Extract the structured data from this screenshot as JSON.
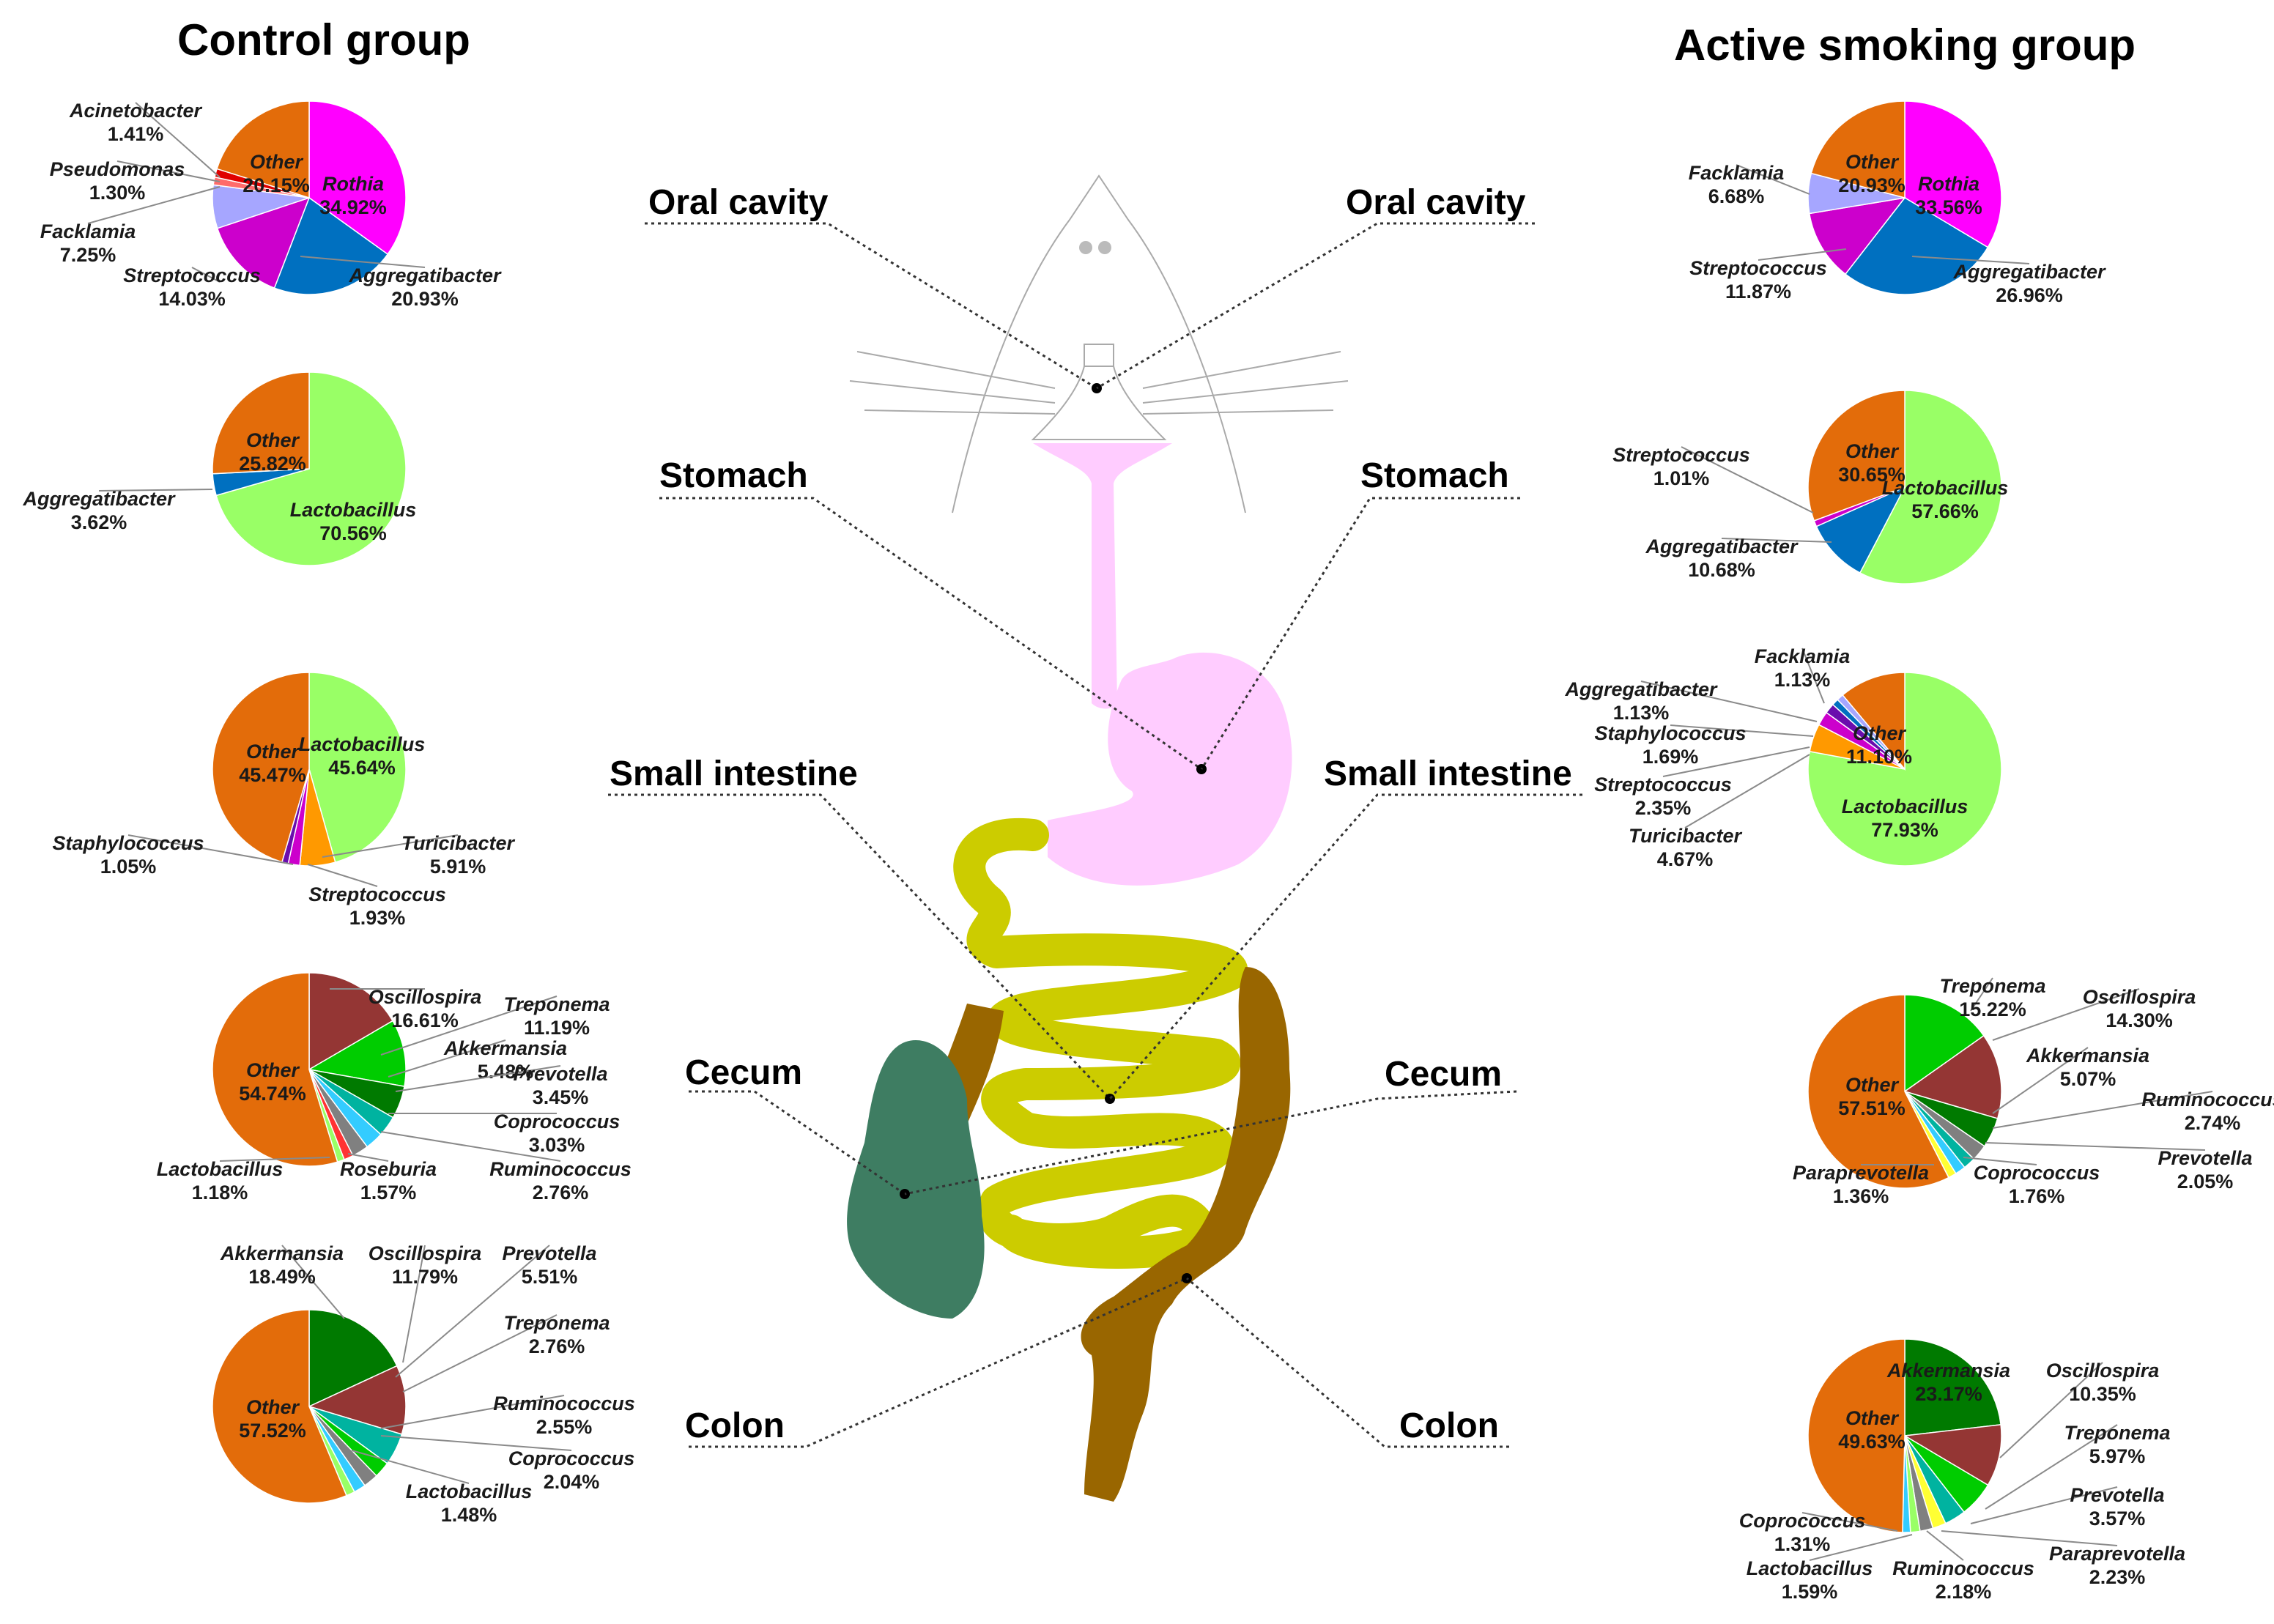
{
  "titles": {
    "left": "Control group",
    "right": "Active smoking group"
  },
  "organs": {
    "left": [
      "Oral cavity",
      "Stomach",
      "Small intestine",
      "Cecum",
      "Colon"
    ],
    "right": [
      "Oral cavity",
      "Stomach",
      "Small intestine",
      "Cecum",
      "Colon"
    ]
  },
  "colors": {
    "Other": "#e36c0a",
    "Rothia": "#ff00ff",
    "Aggregatibacter": "#0070c0",
    "Streptococcus": "#cc00cc",
    "Facklamia": "#a6a6ff",
    "Pseudomonas": "#ff6b6b",
    "Acinetobacter": "#e00000",
    "Lactobacillus": "#99ff66",
    "Turicibacter": "#ff9900",
    "Staphylococcus": "#6a0dad",
    "Oscillospira": "#943634",
    "Treponema": "#00cc00",
    "Akkermansia": "#007a00",
    "Prevotella": "#00b3a0",
    "Coprococcus": "#33ccff",
    "Ruminococcus": "#808080",
    "Roseburia": "#ff3333",
    "Paraprevotella": "#ffff33"
  },
  "chart_data": [
    {
      "type": "pie",
      "group": "Control group",
      "organ": "Oral cavity",
      "slices": [
        {
          "name": "Rothia",
          "value": 34.92,
          "label": "34.92%"
        },
        {
          "name": "Aggregatibacter",
          "value": 20.93,
          "label": "20.93%"
        },
        {
          "name": "Streptococcus",
          "value": 14.03,
          "label": "14.03%"
        },
        {
          "name": "Facklamia",
          "value": 7.25,
          "label": "7.25%"
        },
        {
          "name": "Pseudomonas",
          "value": 1.3,
          "label": "1.30%"
        },
        {
          "name": "Acinetobacter",
          "value": 1.41,
          "label": "1.41%"
        },
        {
          "name": "Other",
          "value": 20.15,
          "label": "20.15%"
        }
      ]
    },
    {
      "type": "pie",
      "group": "Control group",
      "organ": "Stomach",
      "slices": [
        {
          "name": "Lactobacillus",
          "value": 70.56,
          "label": "70.56%"
        },
        {
          "name": "Aggregatibacter",
          "value": 3.62,
          "label": "3.62%"
        },
        {
          "name": "Other",
          "value": 25.82,
          "label": "25.82%"
        }
      ]
    },
    {
      "type": "pie",
      "group": "Control group",
      "organ": "Small intestine",
      "slices": [
        {
          "name": "Lactobacillus",
          "value": 45.64,
          "label": "45.64%"
        },
        {
          "name": "Turicibacter",
          "value": 5.91,
          "label": "5.91%"
        },
        {
          "name": "Streptococcus",
          "value": 1.93,
          "label": "1.93%"
        },
        {
          "name": "Staphylococcus",
          "value": 1.05,
          "label": "1.05%"
        },
        {
          "name": "Other",
          "value": 45.47,
          "label": "45.47%"
        }
      ]
    },
    {
      "type": "pie",
      "group": "Control group",
      "organ": "Cecum",
      "slices": [
        {
          "name": "Oscillospira",
          "value": 16.61,
          "label": "16.61%"
        },
        {
          "name": "Treponema",
          "value": 11.19,
          "label": "11.19%"
        },
        {
          "name": "Akkermansia",
          "value": 5.48,
          "label": "5.48%"
        },
        {
          "name": "Prevotella",
          "value": 3.45,
          "label": "3.45%"
        },
        {
          "name": "Coprococcus",
          "value": 3.03,
          "label": "3.03%"
        },
        {
          "name": "Ruminococcus",
          "value": 2.76,
          "label": "2.76%"
        },
        {
          "name": "Roseburia",
          "value": 1.57,
          "label": "1.57%"
        },
        {
          "name": "Lactobacillus",
          "value": 1.18,
          "label": "1.18%"
        },
        {
          "name": "Other",
          "value": 54.74,
          "label": "54.74%"
        }
      ]
    },
    {
      "type": "pie",
      "group": "Control group",
      "organ": "Colon",
      "slices": [
        {
          "name": "Akkermansia",
          "value": 18.49,
          "label": "18.49%"
        },
        {
          "name": "Oscillospira",
          "value": 11.79,
          "label": "11.79%"
        },
        {
          "name": "Prevotella",
          "value": 5.51,
          "label": "5.51%"
        },
        {
          "name": "Treponema",
          "value": 2.76,
          "label": "2.76%"
        },
        {
          "name": "Ruminococcus",
          "value": 2.55,
          "label": "2.55%"
        },
        {
          "name": "Coprococcus",
          "value": 2.04,
          "label": "2.04%"
        },
        {
          "name": "Lactobacillus",
          "value": 1.48,
          "label": "1.48%"
        },
        {
          "name": "Other",
          "value": 57.52,
          "label": "57.52%"
        }
      ]
    },
    {
      "type": "pie",
      "group": "Active smoking group",
      "organ": "Oral cavity",
      "slices": [
        {
          "name": "Rothia",
          "value": 33.56,
          "label": "33.56%"
        },
        {
          "name": "Aggregatibacter",
          "value": 26.96,
          "label": "26.96%"
        },
        {
          "name": "Streptococcus",
          "value": 11.87,
          "label": "11.87%"
        },
        {
          "name": "Facklamia",
          "value": 6.68,
          "label": "6.68%"
        },
        {
          "name": "Other",
          "value": 20.93,
          "label": "20.93%"
        }
      ]
    },
    {
      "type": "pie",
      "group": "Active smoking group",
      "organ": "Stomach",
      "slices": [
        {
          "name": "Lactobacillus",
          "value": 57.66,
          "label": "57.66%"
        },
        {
          "name": "Aggregatibacter",
          "value": 10.68,
          "label": "10.68%"
        },
        {
          "name": "Streptococcus",
          "value": 1.01,
          "label": "1.01%"
        },
        {
          "name": "Other",
          "value": 30.65,
          "label": "30.65%"
        }
      ]
    },
    {
      "type": "pie",
      "group": "Active smoking group",
      "organ": "Small intestine",
      "slices": [
        {
          "name": "Lactobacillus",
          "value": 77.93,
          "label": "77.93%"
        },
        {
          "name": "Turicibacter",
          "value": 4.67,
          "label": "4.67%"
        },
        {
          "name": "Streptococcus",
          "value": 2.35,
          "label": "2.35%"
        },
        {
          "name": "Staphylococcus",
          "value": 1.69,
          "label": "1.69%"
        },
        {
          "name": "Aggregatibacter",
          "value": 1.13,
          "label": "1.13%"
        },
        {
          "name": "Facklamia",
          "value": 1.13,
          "label": "1.13%"
        },
        {
          "name": "Other",
          "value": 11.1,
          "label": "11.10%"
        }
      ]
    },
    {
      "type": "pie",
      "group": "Active smoking group",
      "organ": "Cecum",
      "slices": [
        {
          "name": "Treponema",
          "value": 15.22,
          "label": "15.22%"
        },
        {
          "name": "Oscillospira",
          "value": 14.3,
          "label": "14.30%"
        },
        {
          "name": "Akkermansia",
          "value": 5.07,
          "label": "5.07%"
        },
        {
          "name": "Ruminococcus",
          "value": 2.74,
          "label": "2.74%"
        },
        {
          "name": "Prevotella",
          "value": 2.05,
          "label": "2.05%"
        },
        {
          "name": "Coprococcus",
          "value": 1.76,
          "label": "1.76%"
        },
        {
          "name": "Paraprevotella",
          "value": 1.36,
          "label": "1.36%"
        },
        {
          "name": "Other",
          "value": 57.51,
          "label": "57.51%"
        }
      ]
    },
    {
      "type": "pie",
      "group": "Active smoking group",
      "organ": "Colon",
      "slices": [
        {
          "name": "Akkermansia",
          "value": 23.17,
          "label": "23.17%"
        },
        {
          "name": "Oscillospira",
          "value": 10.35,
          "label": "10.35%"
        },
        {
          "name": "Treponema",
          "value": 5.97,
          "label": "5.97%"
        },
        {
          "name": "Prevotella",
          "value": 3.57,
          "label": "3.57%"
        },
        {
          "name": "Paraprevotella",
          "value": 2.23,
          "label": "2.23%"
        },
        {
          "name": "Ruminococcus",
          "value": 2.18,
          "label": "2.18%"
        },
        {
          "name": "Lactobacillus",
          "value": 1.59,
          "label": "1.59%"
        },
        {
          "name": "Coprococcus",
          "value": 1.31,
          "label": "1.31%"
        },
        {
          "name": "Other",
          "value": 49.63,
          "label": "49.63%"
        }
      ]
    }
  ]
}
